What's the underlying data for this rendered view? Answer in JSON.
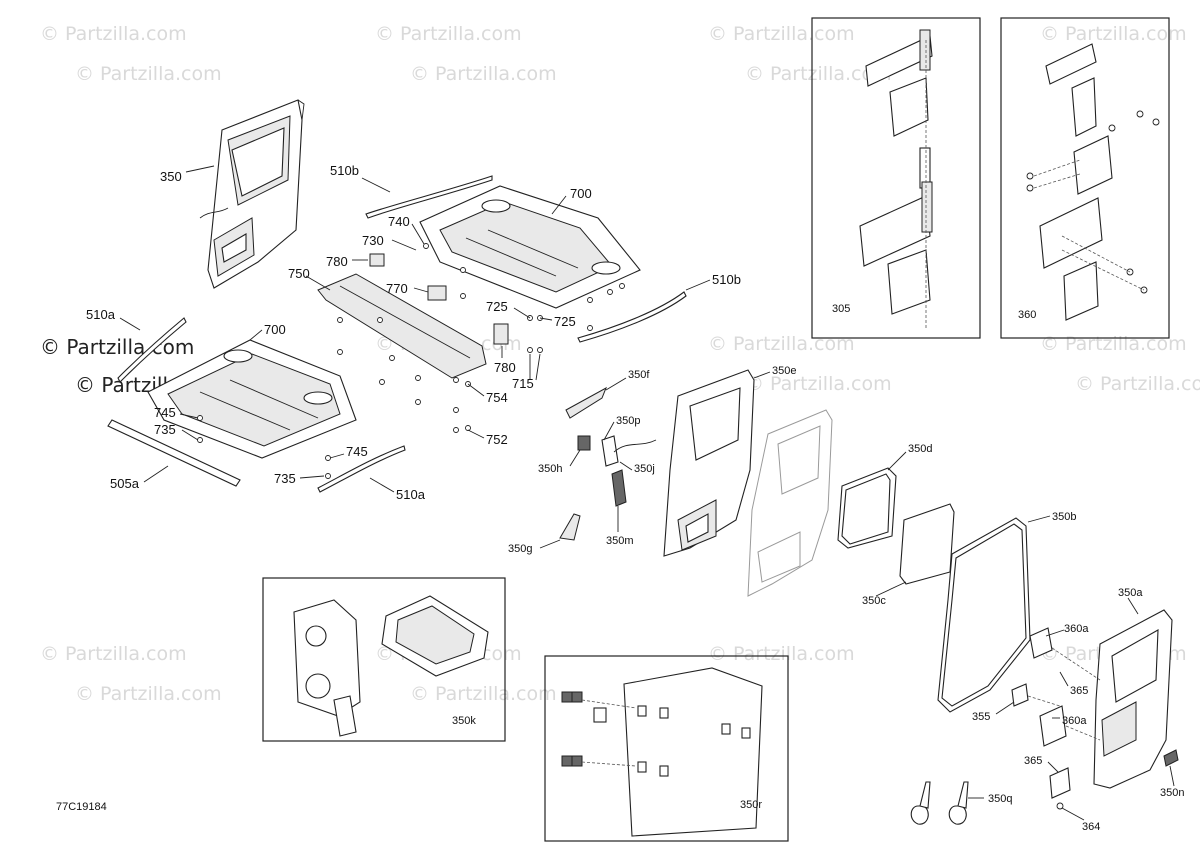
{
  "watermark": "© Partzilla.com",
  "watermark_logo": "© Partzilla.com",
  "figure_code": "77C19184",
  "callouts": {
    "c350": "350",
    "c510b_top": "510b",
    "c700_top": "700",
    "c740": "740",
    "c730": "730",
    "c780_top": "780",
    "c750": "750",
    "c770": "770",
    "c510b_right": "510b",
    "c725_a": "725",
    "c725_b": "725",
    "c780_mid": "780",
    "c715": "715",
    "c754": "754",
    "c752": "752",
    "c510a_left": "510a",
    "c700_left": "700",
    "c745_a": "745",
    "c735_a": "735",
    "c505a": "505a",
    "c745_b": "745",
    "c735_b": "735",
    "c510a_bottom": "510a",
    "c350f": "350f",
    "c350e": "350e",
    "c350p": "350p",
    "c350h": "350h",
    "c350j": "350j",
    "c350m": "350m",
    "c350g": "350g",
    "c350d": "350d",
    "c350b": "350b",
    "c350c": "350c",
    "c350a": "350a",
    "c360a_top": "360a",
    "c365_top": "365",
    "c355": "355",
    "c360a_bot": "360a",
    "c365_bot": "365",
    "c350n": "350n",
    "c350q": "350q",
    "c364": "364",
    "c305": "305",
    "c360": "360",
    "c350k": "350k",
    "c350r": "350r"
  }
}
